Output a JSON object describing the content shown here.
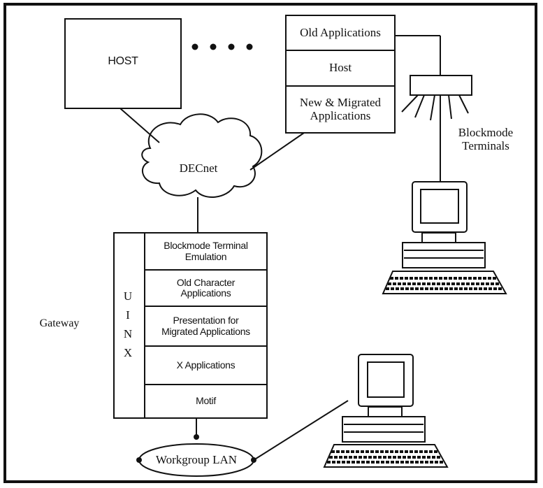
{
  "diagram": {
    "host_left": "HOST",
    "ellipsis": "• • • •",
    "right_host_stack": [
      "Old Applications",
      "Host",
      "New & Migrated\nApplications"
    ],
    "network_cloud": "DECnet",
    "terminals_label": "Blockmode\nTerminals",
    "gateway_label": "Gateway",
    "unix_letters": [
      "U",
      "I",
      "N",
      "X"
    ],
    "gateway_stack": [
      "Blockmode Terminal\nEmulation",
      "Old Character\nApplications",
      "Presentation for\nMigrated Applications",
      "X Applications",
      "Motif"
    ],
    "lan_label": "Workgroup LAN"
  }
}
